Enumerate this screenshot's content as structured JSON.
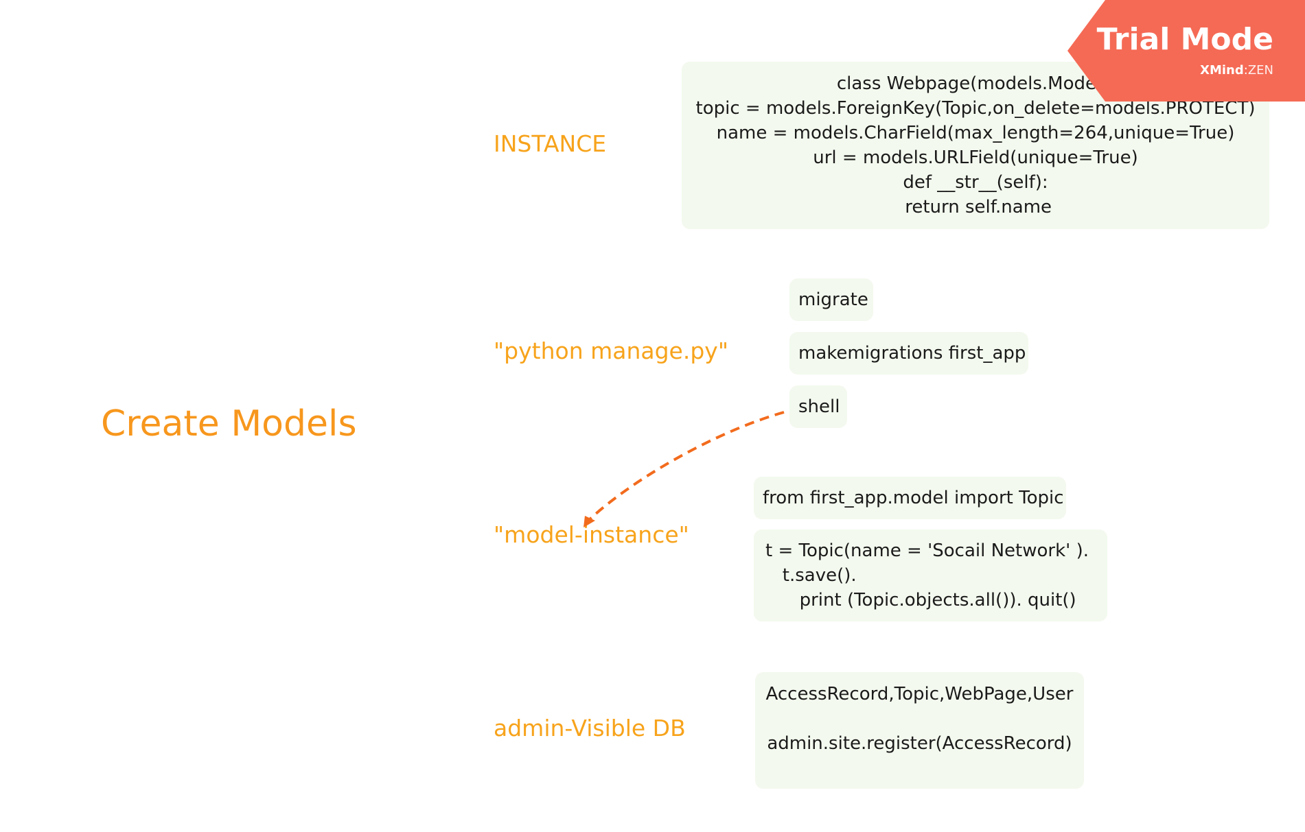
{
  "root_topic": "Create Models",
  "branches": [
    {
      "label": "INSTANCE"
    },
    {
      "label": "\"python manage.py\""
    },
    {
      "label": "\"model-instance\""
    },
    {
      "label": "admin-Visible DB"
    }
  ],
  "leaves": {
    "instance_code": "class Webpage(models.Model):\ntopic = models.ForeignKey(Topic,on_delete=models.PROTECT)\nname = models.CharField(max_length=264,unique=True)\nurl = models.URLField(unique=True)\ndef __str__(self):\n return self.name",
    "migrate": "migrate",
    "makemigrations": "makemigrations first_app",
    "shell": "shell",
    "import": "from first_app.model import Topic",
    "topic_code": "t = Topic(name = 'Socail Network' ).\n   t.save().\n      print (Topic.objects.all()). quit()",
    "admin_code": "AccessRecord,Topic,WebPage,User\n\nadmin.site.register(AccessRecord)"
  },
  "watermark": {
    "title": "Trial Mode",
    "brand": "XMind",
    "separator": ":",
    "edition": "ZEN"
  },
  "colors": {
    "topic": "#f7971d",
    "branch": "#f7a31b",
    "leaf_bg": "#f3f9ee",
    "relationship": "#f26b1d",
    "trial_badge": "#f56a55"
  }
}
